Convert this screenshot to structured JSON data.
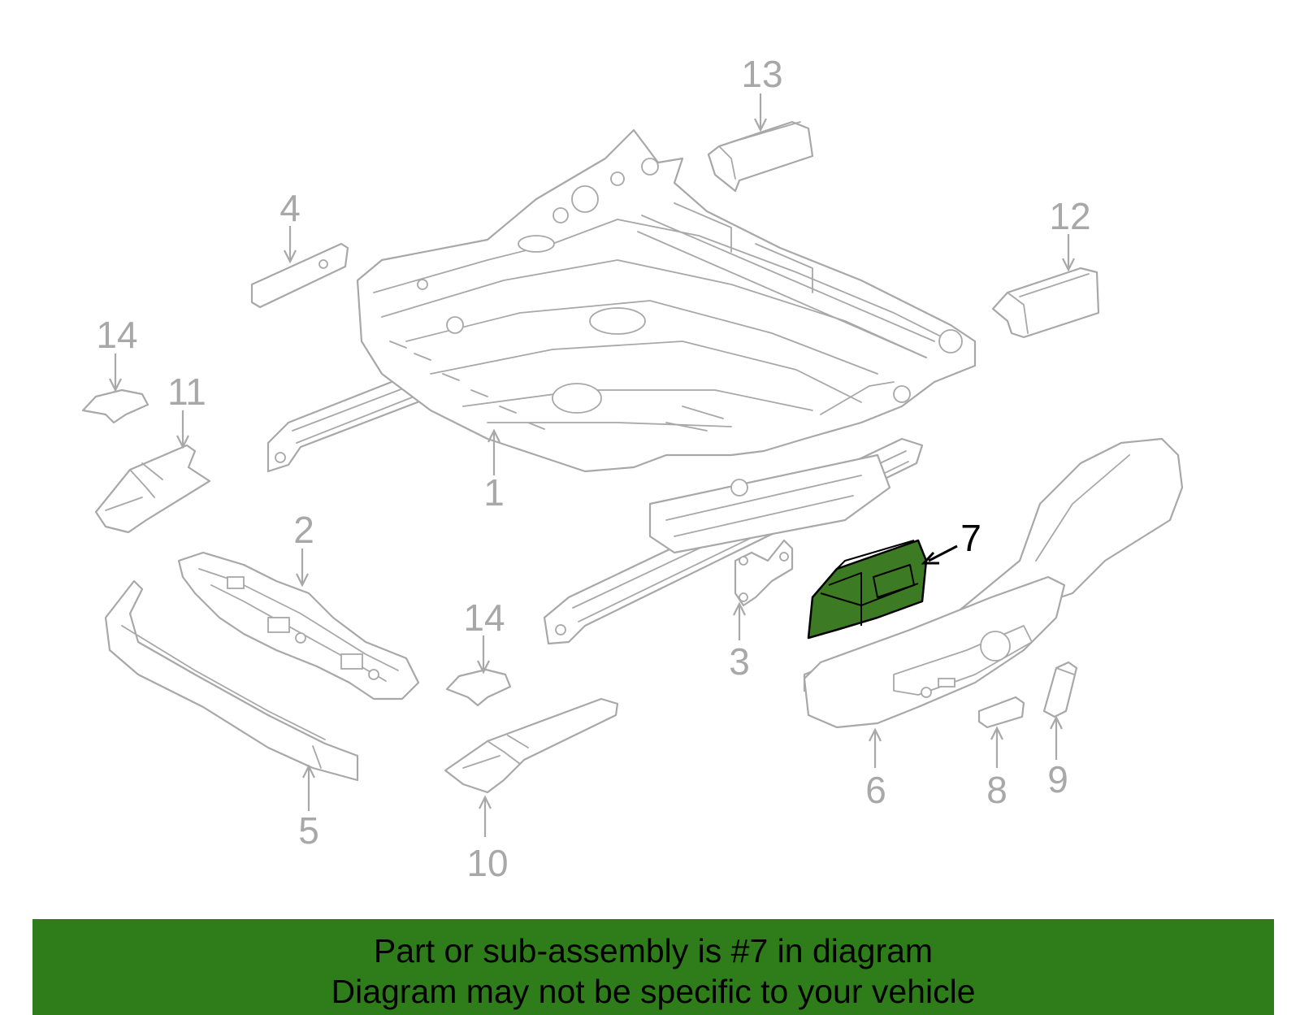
{
  "callouts": [
    "1",
    "2",
    "3",
    "4",
    "5",
    "6",
    "7",
    "8",
    "9",
    "10",
    "11",
    "12",
    "13",
    "14",
    "14"
  ],
  "highlighted_part": "7",
  "colors": {
    "highlight_fill": "#3d7a24",
    "banner_bg": "#2e7d1a",
    "line_gray": "#a8a8a8"
  },
  "banner": {
    "line1": "Part or sub-assembly is #7 in diagram",
    "line2": "Diagram may not be specific to your vehicle"
  }
}
